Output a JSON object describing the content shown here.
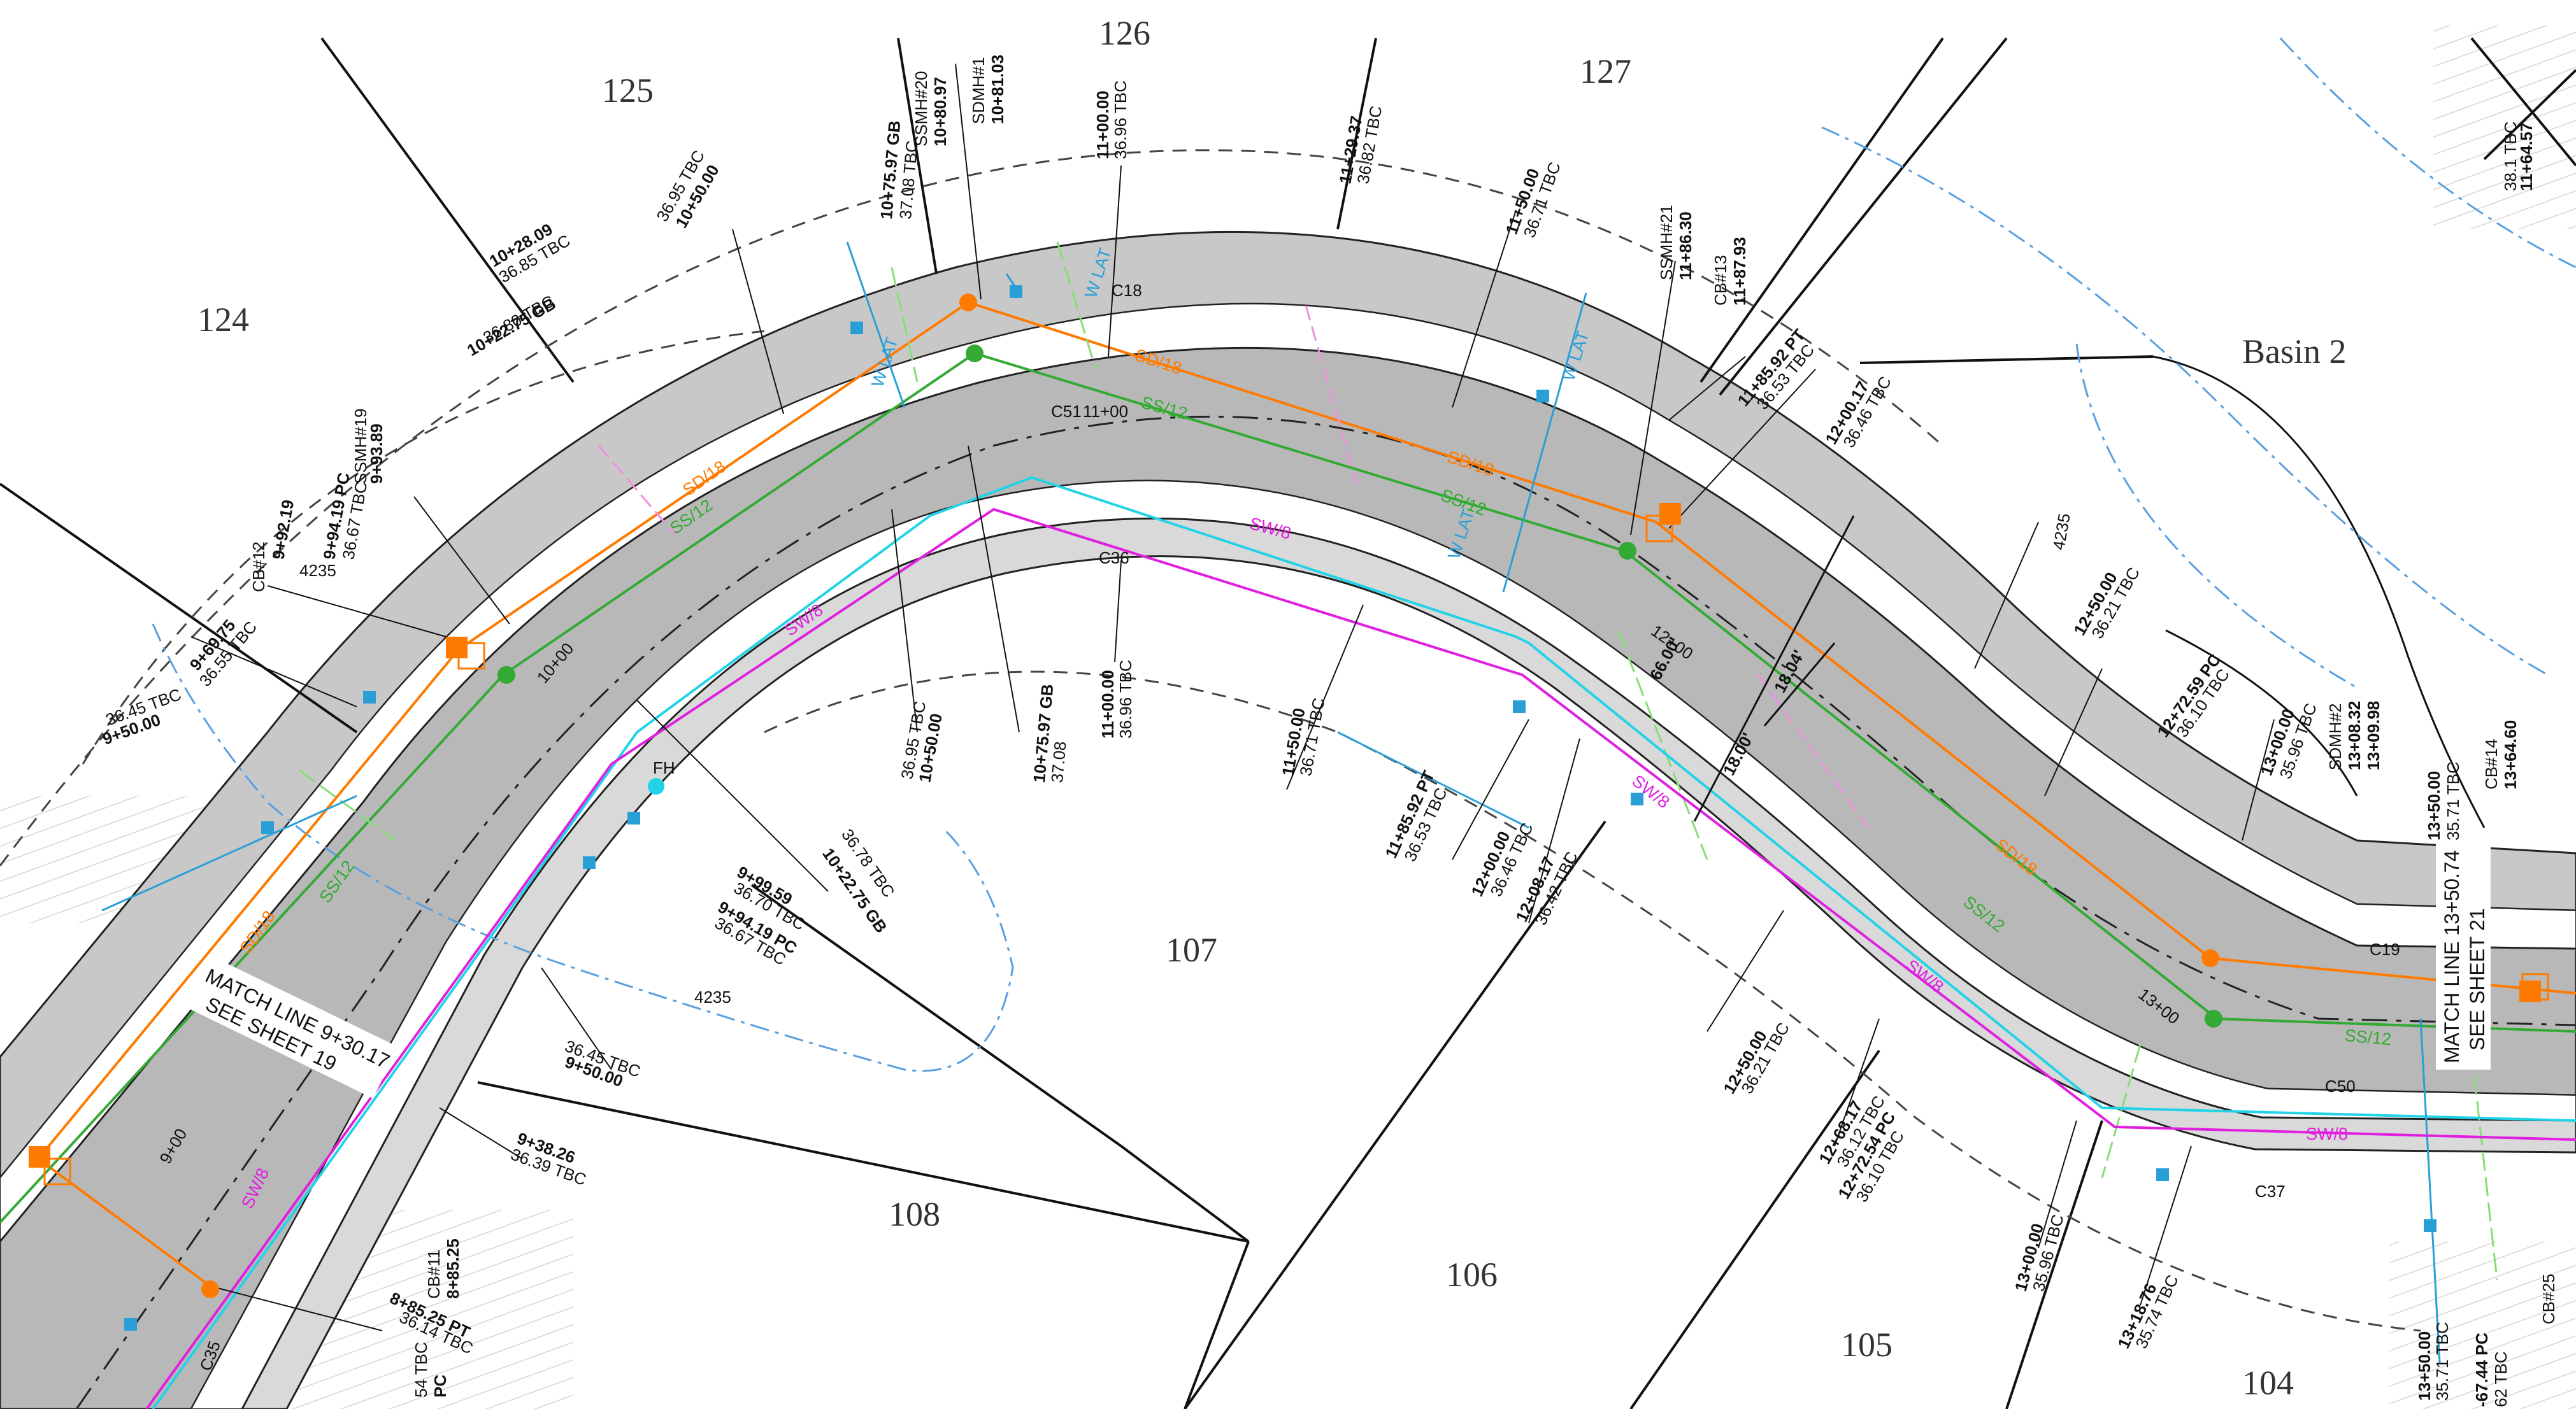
{
  "lots": [
    "124",
    "125",
    "126",
    "127",
    "107",
    "108",
    "106",
    "105",
    "104"
  ],
  "basin_label": "Basin 2",
  "match_lines": [
    {
      "line1": "MATCH LINE 9+30.17",
      "line2": "SEE SHEET 19"
    },
    {
      "line1": "MATCH LINE 13+50.74",
      "line2": "SEE SHEET 21"
    }
  ],
  "stations": {
    "s10": "10+00",
    "s11": "11+00",
    "s12": "12+00",
    "s13": "13+00",
    "s9": "9+00"
  },
  "curb_labels": {
    "c18": "C18",
    "c51": "C51",
    "c36": "C36",
    "c19": "C19",
    "c50": "C50",
    "c37": "C37",
    "c35": "C35"
  },
  "fh": "FH",
  "dims": {
    "d1": "66.00'",
    "d2": "18.04'",
    "d3": "18.00'"
  },
  "contours": {
    "c1": "4235",
    "c2": "4235",
    "c3": "4235"
  },
  "utilities": {
    "sd": "SD/18",
    "ss": "SS/12",
    "sw": "SW/8",
    "wlat": "W LAT",
    "ssl": "SS"
  },
  "structures": {
    "ssmh19": "SSMH#19",
    "ssmh19_sta": "9+93.89",
    "cb12": "CB#12",
    "cb12_sta": "9+92.19",
    "pc1": "9+94.19 PC",
    "tbc1": "36.67 TBC",
    "ssmh20": "SSMH#20",
    "ssmh20_sta": "10+80.97",
    "sdmh1": "SDMH#1",
    "sdmh1_sta": "10+81.03",
    "ssmh21": "SSMH#21",
    "ssmh21_sta": "11+86.30",
    "cb13": "CB#13",
    "cb13_sta": "11+87.93",
    "sdmh2": "SDMH#2",
    "sdmh2_sta": "13+08.32",
    "cb_a": "13+09.98",
    "cb14": "CB#14",
    "cb14_sta": "13+64.60",
    "cb11": "CB#11",
    "cb11_sta": "8+85.25",
    "cb25": "CB#25"
  },
  "top_labels": [
    {
      "sta": "10+28.09",
      "elev": "36.85 TBC"
    },
    {
      "sta": "10+22.75 GB",
      "elev": "36.80 TBC"
    },
    {
      "sta": "10+50.00",
      "elev": "36.95 TBC"
    },
    {
      "sta": "10+75.97 GB",
      "elev": "37.08 TBC"
    },
    {
      "sta": "11+00.00",
      "elev": "36.96 TBC"
    },
    {
      "sta": "11+29.37",
      "elev": "36.82 TBC"
    },
    {
      "sta": "11+50.00",
      "elev": "36.71 TBC"
    },
    {
      "sta": "11+85.92 PT",
      "elev": "36.53 TBC"
    },
    {
      "sta": "12+00.17",
      "elev": "36.46 TBC"
    },
    {
      "sta": "12+50.00",
      "elev": "36.21 TBC"
    },
    {
      "sta": "12+72.59 PC",
      "elev": "36.10 TBC"
    },
    {
      "sta": "13+00.00",
      "elev": "35.96 TBC"
    },
    {
      "sta": "13+50.00",
      "elev": "35.71 TBC"
    },
    {
      "sta": "9+69.75",
      "elev": "36.55 TBC"
    },
    {
      "sta": "9+50.00",
      "elev": "36.45 TBC"
    },
    {
      "sta": "11+64.57",
      "elev": "38.1 TBC"
    }
  ],
  "bottom_labels": [
    {
      "sta": "10+50.00",
      "elev": "36.95 TBC"
    },
    {
      "sta": "10+75.97 GB",
      "elev": "37.08"
    },
    {
      "sta": "11+00.00",
      "elev": "36.96 TBC"
    },
    {
      "sta": "11+50.00",
      "elev": "36.71 TBC"
    },
    {
      "sta": "11+85.92 PT",
      "elev": "36.53 TBC"
    },
    {
      "sta": "12+00.00",
      "elev": "36.46 TBC"
    },
    {
      "sta": "12+08.17",
      "elev": "36.42 TBC"
    },
    {
      "sta": "12+50.00",
      "elev": "36.21 TBC"
    },
    {
      "sta": "12+68.17",
      "elev": "36.12 TBC"
    },
    {
      "sta": "12+72.54 PC",
      "elev": "36.10 TBC"
    },
    {
      "sta": "13+00.00",
      "elev": "35.96 TBC"
    },
    {
      "sta": "13+18.76",
      "elev": "35.74 TBC"
    },
    {
      "sta": "13+50.00",
      "elev": "35.71 TBC"
    },
    {
      "sta": "10+22.75 GB",
      "elev": "36.78 TBC"
    },
    {
      "sta": "9+99.59",
      "elev": "36.70 TBC"
    },
    {
      "sta": "9+94.19 PC",
      "elev": "36.67 TBC"
    },
    {
      "sta": "9+50.00",
      "elev": "36.45 TBC"
    },
    {
      "sta": "9+38.26",
      "elev": "36.39 TBC"
    },
    {
      "sta": "8+85.25 PT",
      "elev": "36.14 TBC"
    },
    {
      "sta": "-67.44 PC",
      "elev": "62 TBC"
    },
    {
      "sta": "PC",
      "elev": "54 TBC"
    }
  ]
}
